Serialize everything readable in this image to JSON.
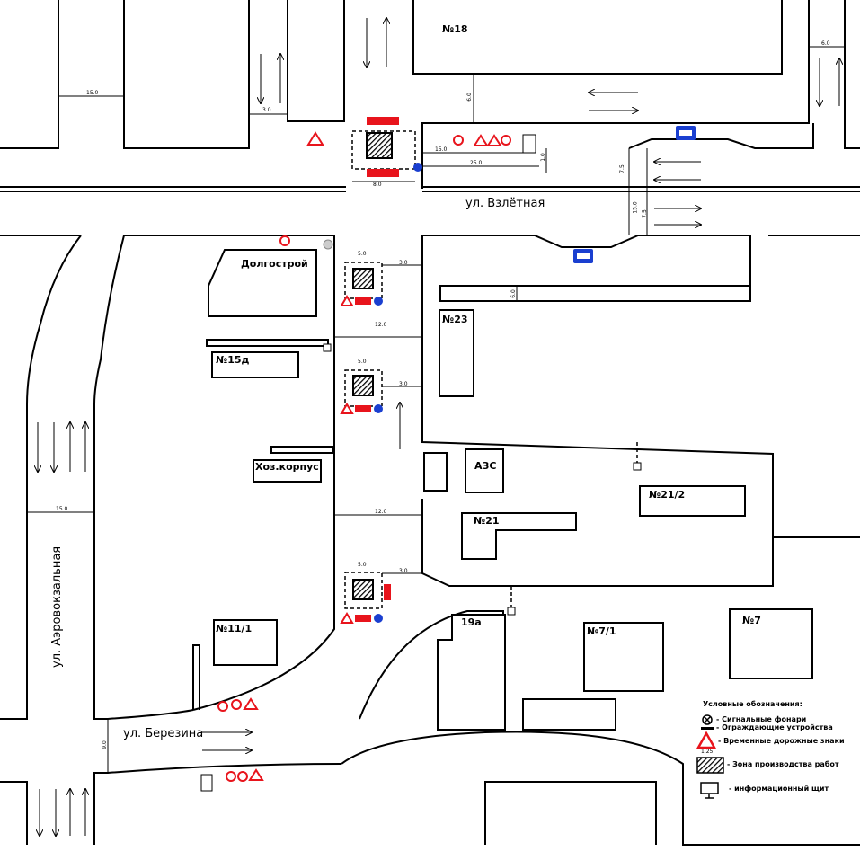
{
  "streets": {
    "vzletnaya": "ул. Взлётная",
    "aerovokzalnaya": "ул. Аэровокзальная",
    "berezina": "ул. Березина"
  },
  "buildings": {
    "b18": "№18",
    "dolgostroy": "Долгострой",
    "b23": "№23",
    "b15d": "№15д",
    "hoz": "Хоз.корпус",
    "azs": "АЗС",
    "b21_2": "№21/2",
    "b21": "№21",
    "b19a": "19а",
    "b7_1": "№7/1",
    "b7": "№7",
    "b11_1": "№11/1"
  },
  "dimensions": {
    "d15_top": "15.0",
    "d3_top": "3.0",
    "d6_top": "6.0",
    "d6_right": "6.0",
    "d15_sign": "15.0",
    "d25": "25.0",
    "d1": "1.0",
    "d8": "8.0",
    "d75a": "7.5",
    "d15_mid": "15.0",
    "d75b": "7.5",
    "d6_strip": "6.0",
    "d5a": "5.0",
    "d3a": "3.0",
    "d12a": "12.0",
    "d5b": "5.0",
    "d3b": "3.0",
    "d12b": "12.0",
    "d5c": "5.0",
    "d3c": "3.0",
    "d15_left": "15.0",
    "d9": "9.0"
  },
  "legend": {
    "title": "Условные обозначения:",
    "lamps": "- Сигнальные фонари",
    "barriers": "- Ограждающие устройства",
    "signs": "- Временные дорожные знаки",
    "sign_code": "1.25",
    "zone": "- Зона производства работ",
    "board": "- информационный щит"
  },
  "icons": [
    "signal-lamp-icon",
    "barrier-icon",
    "road-works-sign-icon",
    "work-zone-icon",
    "info-board-icon",
    "bus-stop-sign-icon",
    "direction-arrow-icon",
    "keep-right-sign-icon",
    "chevron-sign-icon",
    "no-overtaking-sign-icon"
  ],
  "colors": {
    "sign_red": "#e8141c",
    "sign_blue": "#1a3fd0",
    "line": "#000000"
  }
}
